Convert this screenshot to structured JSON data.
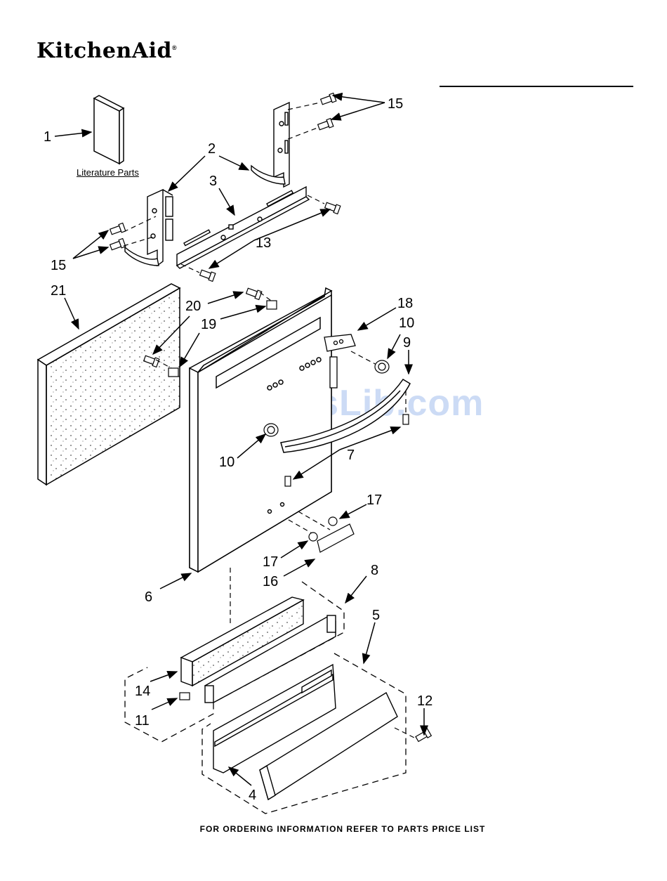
{
  "header": {
    "brand": "KitchenAid",
    "trademark": "®"
  },
  "literature_label": "Literature Parts",
  "footer": "FOR ORDERING INFORMATION REFER TO PARTS PRICE LIST",
  "watermark": "ManualsLib.com",
  "callouts": {
    "c1": "1",
    "c2": "2",
    "c3": "3",
    "c15a": "15",
    "c15b": "15",
    "c13": "13",
    "c21": "21",
    "c20": "20",
    "c19": "19",
    "c18": "18",
    "c10a": "10",
    "c9": "9",
    "c10b": "10",
    "c7": "7",
    "c17a": "17",
    "c17b": "17",
    "c16": "16",
    "c6": "6",
    "c8": "8",
    "c5": "5",
    "c14": "14",
    "c11": "11",
    "c12": "12",
    "c4": "4"
  }
}
